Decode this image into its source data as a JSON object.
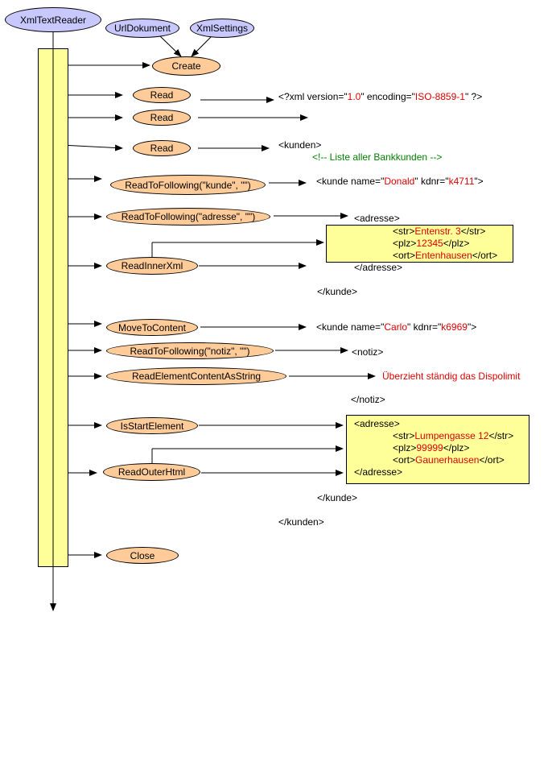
{
  "actors": {
    "reader": "XmlTextReader",
    "url": "UrlDokument",
    "settings": "XmlSettings"
  },
  "methods": {
    "create": "Create",
    "read1": "Read",
    "read2": "Read",
    "read3": "Read",
    "rtf_kunde": "ReadToFollowing(\"kunde\", \"\")",
    "rtf_adresse": "ReadToFollowing(\"adresse\", \"\")",
    "read_inner": "ReadInnerXml",
    "move_content": "MoveToContent",
    "rtf_notiz": "ReadToFollowing(\"notiz\", \"\")",
    "read_elem": "ReadElementContentAsString",
    "is_start": "IsStartElement",
    "read_outer": "ReadOuterHtml",
    "close": "Close"
  },
  "xml": {
    "decl": {
      "a": "<?xml version=\"",
      "v1": "1.0",
      "b": "\" encoding=\"",
      "v2": "ISO-8859-1",
      "c": "\" ?>"
    },
    "kunden_open": "<kunden>",
    "comment": "<!-- Liste aller Bankkunden -->",
    "kunde1": {
      "a": "<kunde name=\"",
      "name": "Donald",
      "b": "\" kdnr=\"",
      "kdnr": "k4711",
      "c": "\">"
    },
    "adresse_open": "<adresse>",
    "inner": {
      "str_o": "<str>",
      "str_v": "Entenstr. 3",
      "str_c": "</str>",
      "plz_o": "<plz>",
      "plz_v": "12345",
      "plz_c": "</plz>",
      "ort_o": "<ort>",
      "ort_v": "Entenhausen",
      "ort_c": "</ort>"
    },
    "adresse_close": "</adresse>",
    "kunde_close1": "</kunde>",
    "kunde2": {
      "a": "<kunde name=\"",
      "name": "Carlo",
      "b": "\" kdnr=\"",
      "kdnr": "k6969",
      "c": "\">"
    },
    "notiz_open": "<notiz>",
    "notiz_value": "Überzieht ständig das Dispolimit",
    "notiz_close": "</notiz>",
    "outer": {
      "adr_o": "<adresse>",
      "str_o": "<str>",
      "str_v": "Lumpengasse 12",
      "str_c": "</str>",
      "plz_o": "<plz>",
      "plz_v": "99999",
      "plz_c": "</plz>",
      "ort_o": "<ort>",
      "ort_v": "Gaunerhausen",
      "ort_c": "</ort>",
      "adr_c": "</adresse>"
    },
    "kunde_close2": "</kunde>",
    "kunden_close": "</kunden>"
  },
  "colors": {
    "actor": "#c8c8ff",
    "method": "#ffcc99",
    "highlight_box": "#ffff99",
    "value": "#e00000",
    "comment": "#008000"
  }
}
